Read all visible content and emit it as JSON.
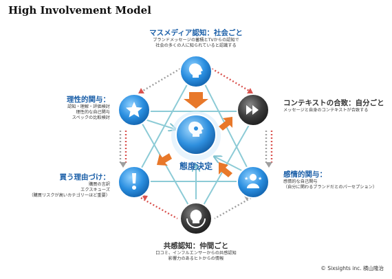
{
  "title": "High Involvement Model",
  "center_label": "態度決定",
  "nodes": {
    "top": {
      "title": "マスメディア認知：社会ごと",
      "desc": [
        "ブランドメッセージの蓄積とTVからの認知で",
        "社会の多くの人に知られていると認識する"
      ],
      "icon": "head-silhouette-icon"
    },
    "upper_right": {
      "title": "コンテキストの合致：自分ごと",
      "desc": [
        "メッセージと自身のコンテキストが合致する"
      ],
      "icon": "fast-forward-icon"
    },
    "lower_right": {
      "title": "感情的関与：",
      "desc": [
        "感情的な自己関与",
        "（自分に関わるブランドだとのパーセプション）"
      ],
      "icon": "person-stars-icon"
    },
    "bottom": {
      "title": "共感認知：仲間ごと",
      "desc": [
        "口コミ、インフルエンサーからの共感認知",
        "影響力のあるヒトからの情報"
      ],
      "icon": "lightbulb-icon"
    },
    "lower_left": {
      "title": "買う理由づけ：",
      "desc": [
        "購買の言訳",
        "エクスキューズ",
        "（購買リスクが高いカテゴリーほど重要）"
      ],
      "icon": "exclamation-icon"
    },
    "upper_left": {
      "title": "理性的関与：",
      "desc": [
        "認知・理解・評価検討",
        "理性的な自己関与",
        "スペックの比較検討"
      ],
      "icon": "star-icon"
    }
  },
  "copyright": "© Sixsights inc. 横山隆治",
  "colors": {
    "blue_node": "#1e88d6",
    "dark_node": "#333333",
    "title_blue": "#1b5fa8",
    "arrow_orange": "#e8782a",
    "line_teal": "#8ccbd6",
    "dot_red": "#d9534f",
    "dot_gray": "#9e9e9e"
  }
}
